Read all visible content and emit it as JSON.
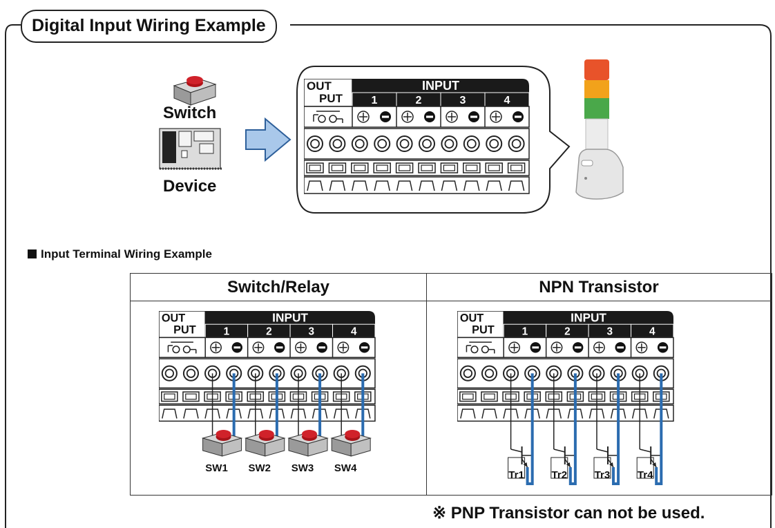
{
  "title": "Digital Input Wiring Example",
  "top": {
    "switch_label": "Switch",
    "device_label": "Device",
    "panel": {
      "out_label_1": "OUT",
      "out_label_2": "PUT",
      "input_label": "INPUT",
      "channels": [
        "1",
        "2",
        "3",
        "4"
      ]
    }
  },
  "section_heading": "Input Terminal Wiring Example",
  "table": {
    "left_header": "Switch/Relay",
    "right_header": "NPN Transistor",
    "switches": [
      "SW1",
      "SW2",
      "SW3",
      "SW4"
    ],
    "transistors": [
      "Tr1",
      "Tr2",
      "Tr3",
      "Tr4"
    ]
  },
  "note": "※ PNP Transistor can not be used.",
  "colors": {
    "wire_blue": "#2b6cb0",
    "arrow_fill": "#a9c8ea",
    "switch_red": "#d0222a",
    "lamp_red": "#e8532a",
    "lamp_amber": "#f2a21b",
    "lamp_green": "#4aa84a"
  }
}
